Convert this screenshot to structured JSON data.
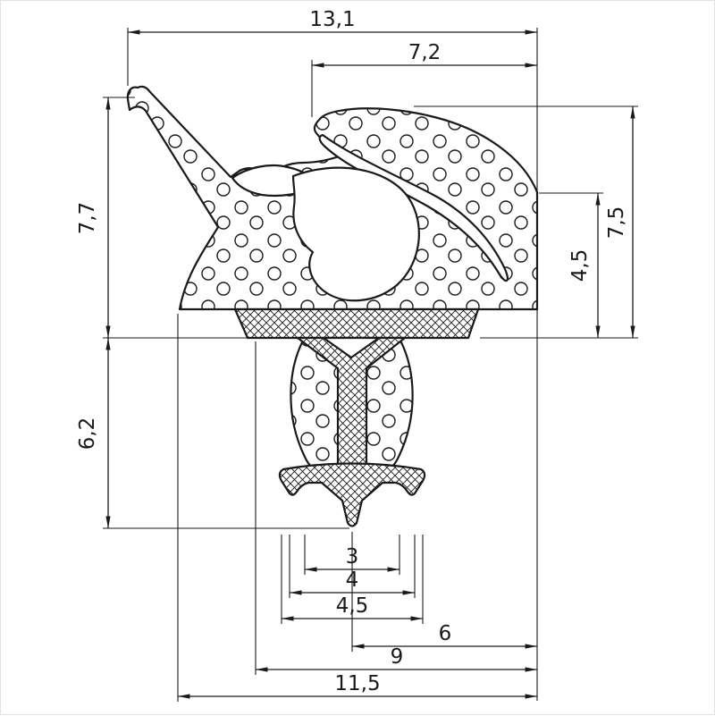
{
  "drawing": {
    "line_color": "#1a1a1a",
    "background_color": "#ffffff"
  },
  "dims": {
    "overall_width": "13,1",
    "upper_right_width": "7,2",
    "left_upper_height": "7,7",
    "left_lower_height": "6,2",
    "right_height": "7,5",
    "right_inner_height": "4,5",
    "foot_tip_width": "3",
    "bulge_width": "4",
    "foot_width": "4,5",
    "bottom_offset_small": "6",
    "bottom_offset_mid": "9",
    "bottom_overall": "11,5"
  }
}
